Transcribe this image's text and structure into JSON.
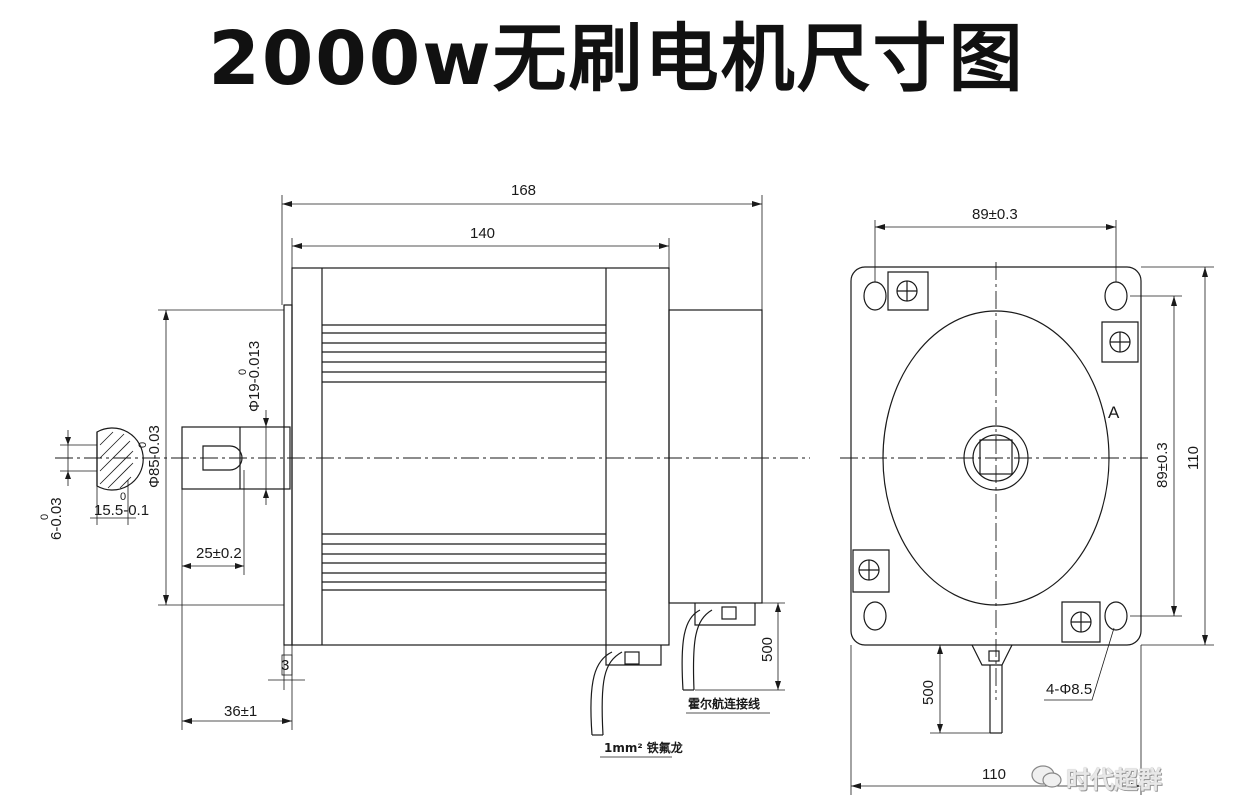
{
  "title": "2000w无刷电机尺寸图",
  "side_view": {
    "dim_total_length": "168",
    "dim_body_length": "140",
    "dim_shaft_dia": "Φ19-0.013",
    "dim_shaft_dia_sup": "0",
    "dim_pilot_dia": "Φ85-0.03",
    "dim_pilot_dia_sup": "0",
    "dim_key_width": "6-0.03",
    "dim_key_width_sup": "0",
    "dim_key_depth": "15.5-0.1",
    "dim_key_depth_sup": "0",
    "dim_key_length": "25±0.2",
    "dim_shaft_length": "36±1",
    "dim_flange_thickness": "3",
    "dim_lead_length": "500",
    "note_power_lead": "1mm² 铁氟龙",
    "note_hall_lead": "霍尔航连接线"
  },
  "front_view": {
    "dim_hole_spacing_h": "89±0.3",
    "dim_hole_spacing_v": "89±0.3",
    "dim_flange_height": "110",
    "dim_flange_width": "110",
    "dim_lead_length": "500",
    "dim_holes": "4-Φ8.5",
    "label_a": "A"
  },
  "watermark": "时代超群",
  "colors": {
    "line": "#1a1a1a",
    "background": "#ffffff"
  }
}
